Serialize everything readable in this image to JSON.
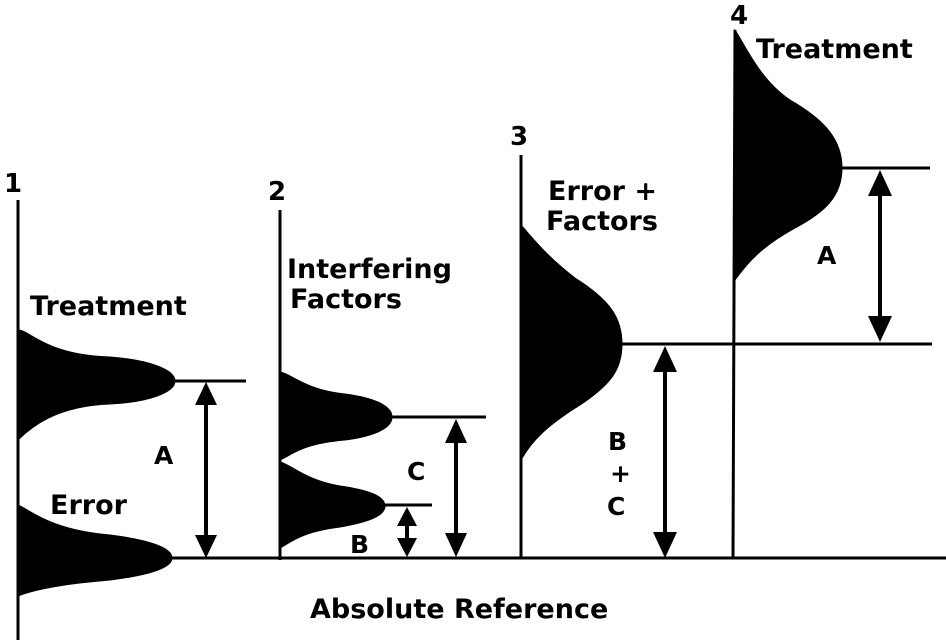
{
  "colors": {
    "ink": "#000000",
    "background": "#ffffff"
  },
  "panels": [
    {
      "number": "1",
      "labels": [
        "Treatment",
        "Error"
      ]
    },
    {
      "number": "2",
      "labels": [
        "Interfering",
        "Factors"
      ]
    },
    {
      "number": "3",
      "labels": [
        "Error +",
        "Factors"
      ]
    },
    {
      "number": "4",
      "labels": [
        "Treatment"
      ]
    }
  ],
  "measures": {
    "a1": "A",
    "b2": "B",
    "c2": "C",
    "bc3_top": "B",
    "bc3_mid": "+",
    "bc3_bot": "C",
    "a4": "A"
  },
  "baseline_label": "Absolute Reference"
}
